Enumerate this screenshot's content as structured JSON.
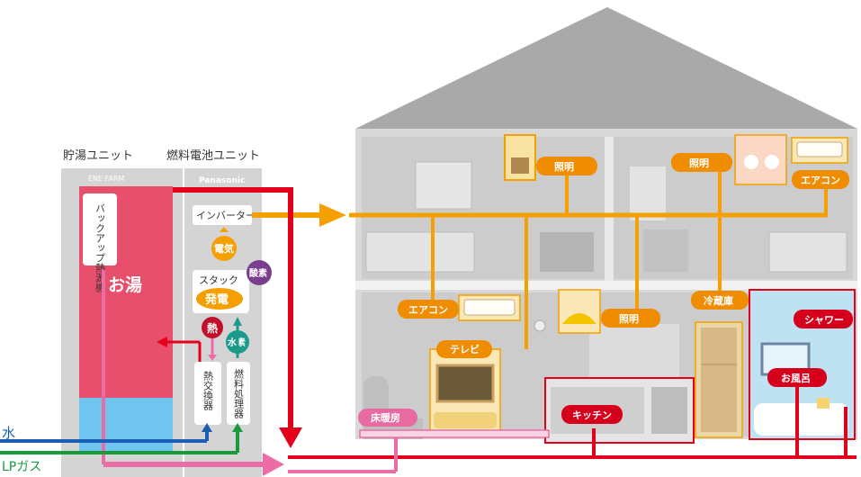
{
  "units": {
    "storage_unit_label": "貯湯ユニット",
    "fuelcell_unit_label": "燃料電池ユニット",
    "enefarm_logo": "ENE·FARM",
    "panasonic_logo": "Panasonic",
    "backup_heater": "バックアップ熱源機",
    "hot_water": "お湯",
    "inverter": "インバーター",
    "electricity": "電気",
    "stack": "スタック",
    "power_generation": "発電",
    "oxygen": "酸素",
    "heat": "熱",
    "hydrogen": "水素",
    "heat_exchanger": "熱交換器",
    "fuel_processor": "燃料処理器"
  },
  "inputs": {
    "water": "水",
    "lp_gas": "LPガス"
  },
  "house_labels": {
    "lighting_1": "照明",
    "lighting_2": "照明",
    "aircon_upper": "エアコン",
    "aircon_lower": "エアコン",
    "lighting_3": "照明",
    "refrigerator": "冷蔵庫",
    "tv": "テレビ",
    "floor_heating": "床暖房",
    "kitchen": "キッチン",
    "shower": "シャワー",
    "bath": "お風呂"
  },
  "colors": {
    "electric_flow": "#f5a000",
    "hot_water_flow": "#e3001b",
    "floor_heat_flow": "#ec6ca6",
    "water_line": "#1a5fb4",
    "gas_line": "#1a9a3a",
    "label_orange": "#f08c00",
    "label_red": "#d7001c",
    "label_pink": "#e86aa2"
  }
}
